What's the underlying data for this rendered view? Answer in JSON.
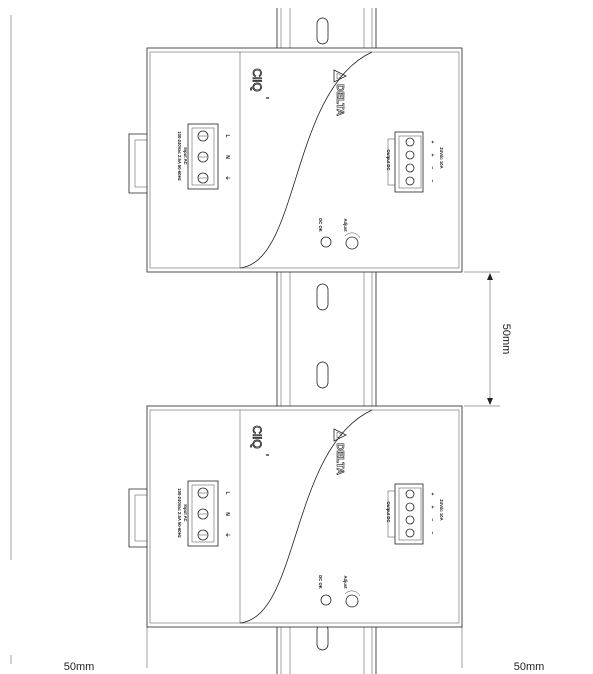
{
  "dimensions": {
    "left_clearance": "50mm",
    "right_clearance": "50mm",
    "vertical_spacing": "50mm"
  },
  "unit": {
    "logo_text": "CliQ",
    "logo_suffix": "II",
    "brand": "DELTA",
    "input_spec": "100-240Vac 2.5A 50-60Hz",
    "input_label": "Input AC",
    "input_terminals": [
      "L",
      "N",
      "⏚"
    ],
    "output_label": "Output DC",
    "output_spec": "24Vdc 10A",
    "output_terminals": [
      "+",
      "+",
      "−",
      "−"
    ],
    "dc_ok_label": "DC OK",
    "adjust_label": "Adjust"
  }
}
